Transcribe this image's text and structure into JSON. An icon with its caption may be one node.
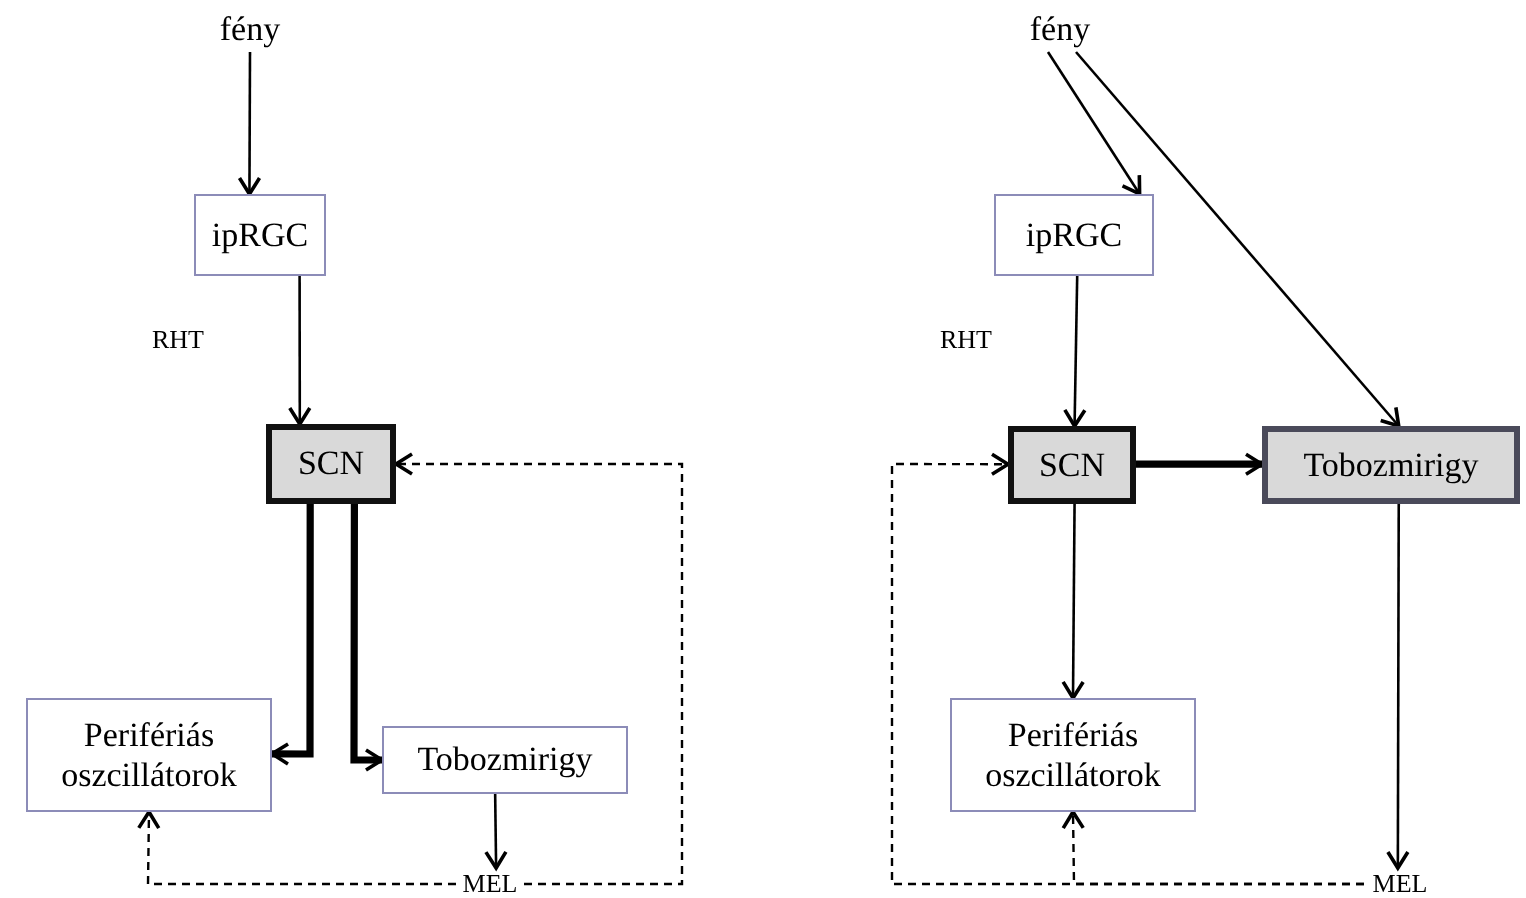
{
  "diagram": {
    "nodes": [
      {
        "text": [
          "fény"
        ]
      },
      {
        "text": [
          "ipRGC"
        ]
      },
      {
        "text": [
          "SCN"
        ]
      },
      {
        "text": [
          "Perifériás oszcillátorok"
        ]
      },
      {
        "text": [
          "Tobozmirigy"
        ]
      },
      {
        "text": [
          "MEL"
        ]
      },
      {
        "text": [
          "fény"
        ]
      },
      {
        "text": [
          "ipRGC"
        ]
      },
      {
        "text": [
          "SCN"
        ]
      },
      {
        "text": [
          "Tobozmirigy"
        ]
      },
      {
        "text": [
          "Perifériás oszcillátorok"
        ]
      },
      {
        "text": [
          "MEL"
        ]
      }
    ],
    "edges": [
      {
        "from": 0,
        "to": 1,
        "arrow": "to"
      },
      {
        "from": 1,
        "to": 2,
        "arrow": "to"
      },
      {
        "from": 2,
        "to": 3,
        "arrow": "to",
        "style": "thick"
      },
      {
        "from": 2,
        "to": 4,
        "arrow": "to",
        "style": "thick"
      },
      {
        "from": 4,
        "to": 5,
        "arrow": "to"
      },
      {
        "from": 5,
        "to": 3,
        "arrow": "to",
        "style": "dashed"
      },
      {
        "from": 5,
        "to": 2,
        "arrow": "to",
        "style": "dashed"
      },
      {
        "from": 6,
        "to": 7,
        "arrow": "to"
      },
      {
        "from": 6,
        "to": 9,
        "arrow": "to"
      },
      {
        "from": 7,
        "to": 8,
        "arrow": "to"
      },
      {
        "from": 8,
        "to": 9,
        "arrow": "to",
        "style": "thick"
      },
      {
        "from": 8,
        "to": 10,
        "arrow": "to"
      },
      {
        "from": 9,
        "to": 11,
        "arrow": "to"
      },
      {
        "from": 11,
        "to": 10,
        "arrow": "to",
        "style": "dashed"
      },
      {
        "from": 11,
        "to": 8,
        "arrow": "to",
        "style": "dashed"
      }
    ],
    "labels": [
      "RHT",
      "RHT"
    ]
  }
}
